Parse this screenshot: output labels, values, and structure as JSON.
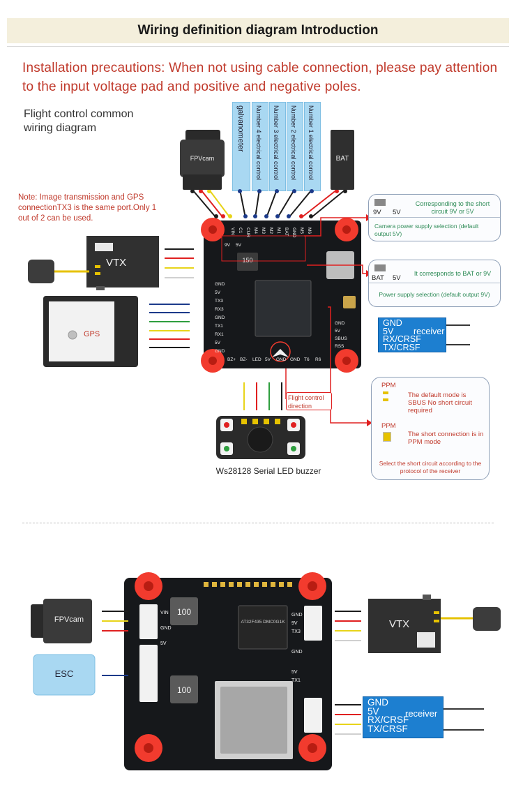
{
  "header": {
    "title": "Wiring definition diagram Introduction"
  },
  "precaution": "Installation precautions: When not using cable connection, please pay attention to the input voltage pad and positive and negative poles.",
  "diagram1": {
    "title": "Flight control common wiring diagram",
    "note": "Note: Image transmission and GPS connectionTX3 is the same port.Only 1 out of 2 can be used.",
    "motor_labels": [
      "galvanometer",
      "Number 4 electrical control",
      "Number 3 electrical control",
      "Number 2 electrical control",
      "Number 1 electrical control"
    ],
    "fpvcam": "FPVcam",
    "bat": "BAT",
    "vtx": "VTX",
    "gps": "GPS",
    "top_pads": [
      "VIN",
      "C1",
      "CUR",
      "M4",
      "M3",
      "M2",
      "M1",
      "BAT",
      "GND",
      "M5",
      "M6"
    ],
    "left_pads": [
      "GND",
      "5V",
      "TX3",
      "RX3",
      "GND",
      "TX1",
      "RX1",
      "5V",
      "GND"
    ],
    "bottom_pads": [
      "BZ+",
      "BZ-",
      "LED",
      "5V",
      "GND",
      "GND",
      "T6",
      "R6"
    ],
    "right_pads": [
      "GND",
      "5V",
      "SBUS",
      "RSS"
    ],
    "mid_pads": [
      "9V",
      "5V"
    ],
    "chip_text": "150",
    "callout_camera": {
      "jumper_a": "9V",
      "jumper_b": "5V",
      "line1": "Corresponding to the short circuit 9V or 5V",
      "line2": "Camera power supply selection (default output 5V)"
    },
    "callout_power": {
      "jumper_a": "BAT",
      "jumper_b": "5V",
      "line1": "It corresponds to BAT or 9V",
      "line2": "Power supply selection (default output 9V)"
    },
    "receiver": {
      "pins": [
        "GND",
        "5V",
        "RX/CRSF",
        "TX/CRSF"
      ],
      "name": "receiver"
    },
    "flight_direction": "Flight control direction",
    "ppm": {
      "label1": "PPM",
      "text1": "The default mode is SBUS No short circuit required",
      "label2": "PPM",
      "text2": "The short connection is in PPM mode",
      "footer": "Select the short circuit according to the protocol of the receiver"
    },
    "buzzer_label": "Ws28128 Serial LED buzzer"
  },
  "diagram2": {
    "fpvcam": "FPVcam",
    "esc": "ESC",
    "vtx": "VTX",
    "inductor_text": "100",
    "left_pads": [
      "VIN",
      "GND",
      "5V"
    ],
    "right_pads": [
      "GND",
      "9V",
      "TX3",
      "GND",
      "5V",
      "TX1"
    ],
    "chip_text": "AT32F435 DMC0G1K",
    "receiver": {
      "pins": [
        "GND",
        "5V",
        "RX/CRSF",
        "TX/CRSF"
      ],
      "name": "receiver"
    }
  },
  "colors": {
    "title_red": "#c0392b",
    "board": "#16181b",
    "mount_red": "#f23b2e",
    "receiver_blue": "#1d7fd0",
    "tab_blue": "#a9d8f2",
    "callout_green": "#2e8b57"
  }
}
